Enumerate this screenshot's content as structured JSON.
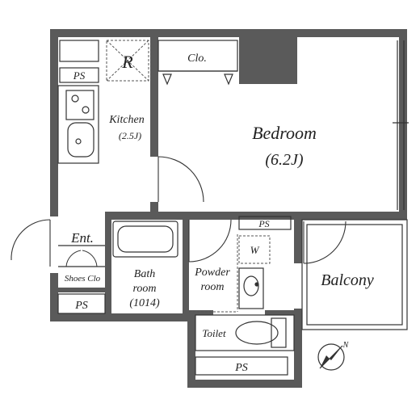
{
  "rooms": {
    "bedroom": {
      "name": "Bedroom",
      "size": "(6.2J)"
    },
    "kitchen": {
      "name": "Kitchen",
      "size": "(2.5J)"
    },
    "bathroom": {
      "line1": "Bath",
      "line2": "room",
      "line3": "(1014)"
    },
    "powder_room": {
      "line1": "Powder",
      "line2": "room"
    },
    "balcony": {
      "name": "Balcony"
    },
    "toilet": {
      "name": "Toilet"
    },
    "entrance": {
      "name": "Ent."
    }
  },
  "fixtures": {
    "closet": "Clo.",
    "refrigerator": "R",
    "washer": "W",
    "shoes_closet": "Shoes Clo",
    "pipe_space": "PS"
  },
  "compass": {
    "north": "N"
  },
  "colors": {
    "wall": "#5a5a5a",
    "line": "#333333",
    "dashed": "#555555"
  }
}
